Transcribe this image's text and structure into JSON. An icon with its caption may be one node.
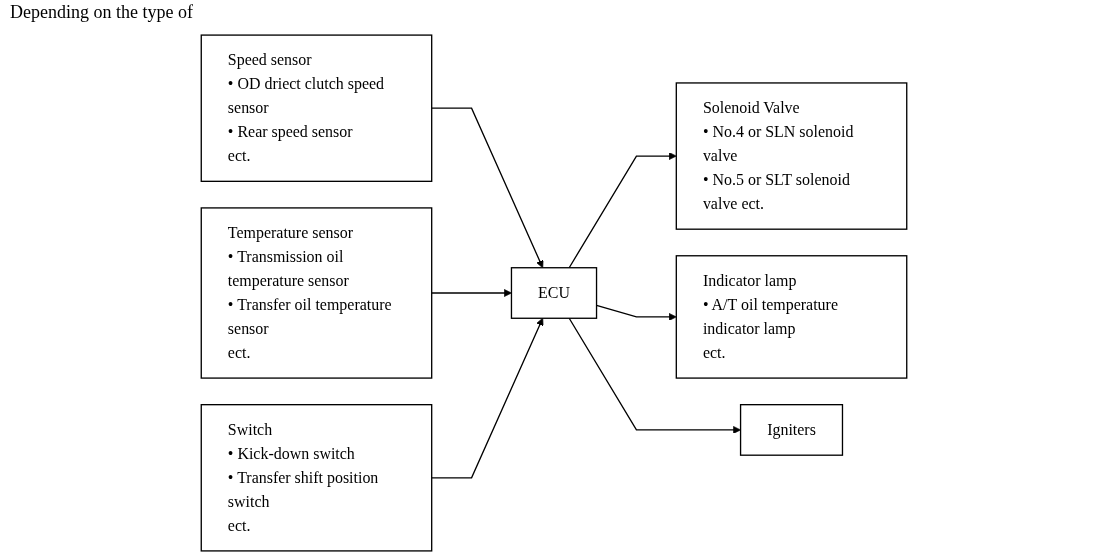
{
  "diagram": {
    "nodes": [
      {
        "text": [
          "Speed sensor",
          "• OD driect clutch speed sensor",
          "• Rear speed sensor",
          "ect."
        ]
      },
      {
        "text": [
          "Temperature sensor",
          "• Transmission oil temperature sensor",
          "• Transfer oil temperature sensor",
          "ect."
        ]
      },
      {
        "text": [
          "Switch",
          "• Kick-down switch",
          "• Transfer shift position switch",
          "ect."
        ]
      },
      {
        "text": [
          "ECU"
        ]
      },
      {
        "text": [
          "Solenoid Valve",
          "• No.4 or SLN solenoid valve",
          "• No.5 or SLT solenoid valve ect."
        ]
      },
      {
        "text": [
          "Indicator lamp",
          "• A/T oil temperature indicator lamp",
          "ect."
        ]
      },
      {
        "text": [
          "Igniters"
        ]
      }
    ],
    "edges": [
      {
        "from": 0,
        "to": 3,
        "arrow": "to"
      },
      {
        "from": 1,
        "to": 3,
        "arrow": "to"
      },
      {
        "from": 2,
        "to": 3,
        "arrow": "to"
      },
      {
        "from": 3,
        "to": 4,
        "arrow": "to"
      },
      {
        "from": 3,
        "to": 5,
        "arrow": "to"
      },
      {
        "from": 3,
        "to": 6,
        "arrow": "to"
      }
    ],
    "labels": [
      "Depending on the type of"
    ]
  }
}
